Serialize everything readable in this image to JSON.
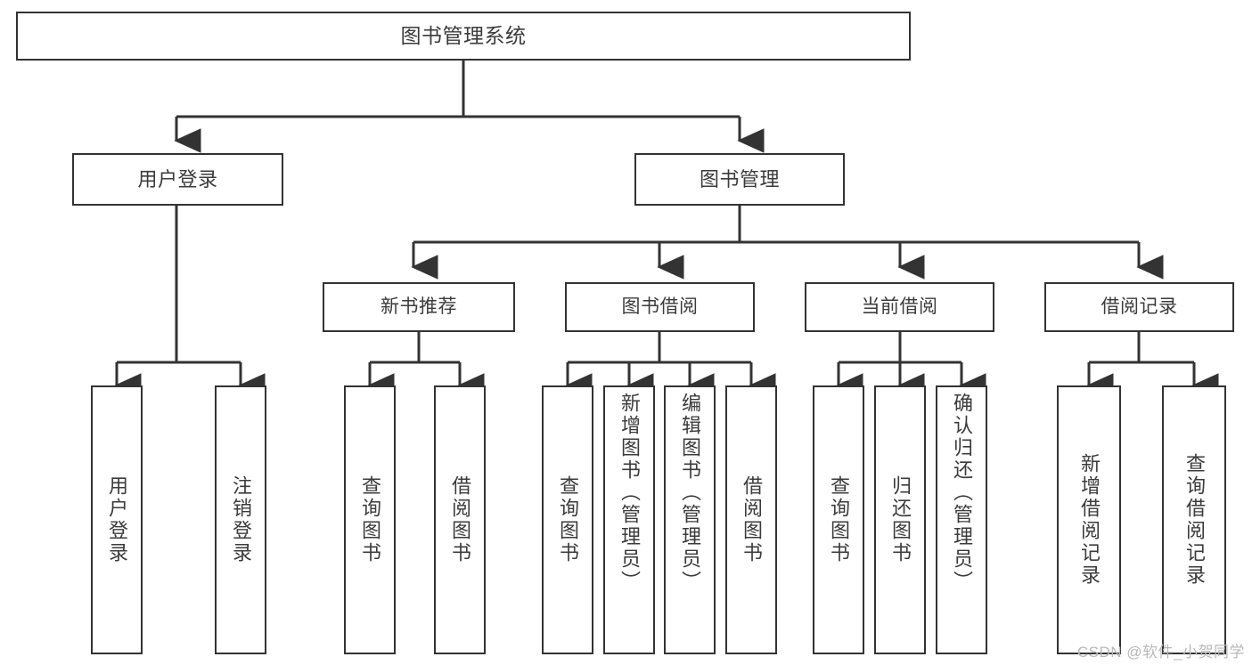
{
  "diagram": {
    "title": "图书管理系统",
    "background_color": "#ffffff",
    "line_color": "#333333",
    "box_border_color": "#333333",
    "text_color": "#3b3b3b"
  },
  "watermark": {
    "text": "CSDN @软件_小贺同学"
  },
  "nodes": {
    "root": {
      "label": "图书管理系统"
    },
    "level1": [
      {
        "label": "用户登录"
      },
      {
        "label": "图书管理"
      }
    ],
    "level2": [
      {
        "label": "新书推荐"
      },
      {
        "label": "图书借阅"
      },
      {
        "label": "当前借阅"
      },
      {
        "label": "借阅记录"
      }
    ],
    "leaves": {
      "user_login": [
        {
          "label": "用户登录"
        },
        {
          "label": "注销登录"
        }
      ],
      "new_book_recommend": [
        {
          "label": "查询图书"
        },
        {
          "label": "借阅图书"
        }
      ],
      "book_borrow": [
        {
          "label": "查询图书"
        },
        {
          "label": "新增图书（管理员）"
        },
        {
          "label": "编辑图书（管理员）"
        },
        {
          "label": "借阅图书"
        }
      ],
      "current_borrow": [
        {
          "label": "查询图书"
        },
        {
          "label": "归还图书"
        },
        {
          "label": "确认归还（管理员）"
        }
      ],
      "borrow_record": [
        {
          "label": "新增借阅记录"
        },
        {
          "label": "查询借阅记录"
        }
      ]
    }
  },
  "chart_data": {
    "type": "table",
    "title": "图书管理系统 功能结构图",
    "hierarchy": [
      {
        "label": "图书管理系统",
        "children": [
          {
            "label": "用户登录",
            "children": [
              {
                "label": "用户登录"
              },
              {
                "label": "注销登录"
              }
            ]
          },
          {
            "label": "图书管理",
            "children": [
              {
                "label": "新书推荐",
                "children": [
                  {
                    "label": "查询图书"
                  },
                  {
                    "label": "借阅图书"
                  }
                ]
              },
              {
                "label": "图书借阅",
                "children": [
                  {
                    "label": "查询图书"
                  },
                  {
                    "label": "新增图书（管理员）"
                  },
                  {
                    "label": "编辑图书（管理员）"
                  },
                  {
                    "label": "借阅图书"
                  }
                ]
              },
              {
                "label": "当前借阅",
                "children": [
                  {
                    "label": "查询图书"
                  },
                  {
                    "label": "归还图书"
                  },
                  {
                    "label": "确认归还（管理员）"
                  }
                ]
              },
              {
                "label": "借阅记录",
                "children": [
                  {
                    "label": "新增借阅记录"
                  },
                  {
                    "label": "查询借阅记录"
                  }
                ]
              }
            ]
          }
        ]
      }
    ]
  }
}
